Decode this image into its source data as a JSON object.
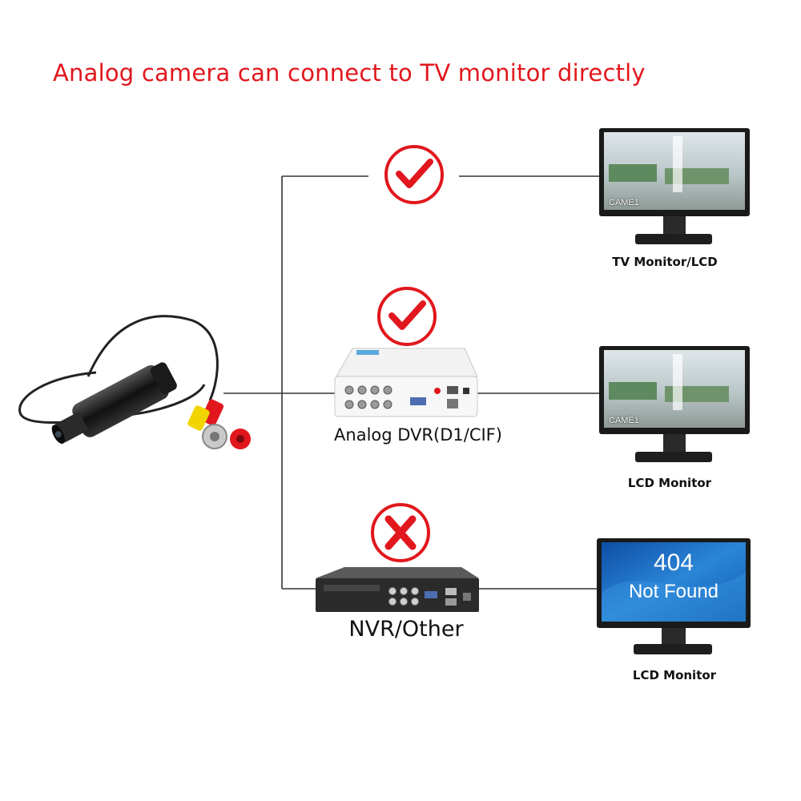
{
  "title": "Analog camera can connect to TV monitor directly",
  "captions": {
    "tv_monitor": "TV Monitor/LCD",
    "lcd_monitor_1": "LCD Monitor",
    "lcd_monitor_2": "LCD Monitor",
    "analog_dvr": "Analog DVR(D1/CIF)",
    "nvr_other": "NVR/Other"
  },
  "screens": {
    "came_label_1": "CAME1",
    "came_label_2": "CAME1",
    "error_code": "404",
    "error_text": "Not Found"
  },
  "colors": {
    "accent_red": "#e1171d",
    "line": "#333333",
    "screen_blue": "#1f6fc0"
  },
  "icons": {
    "ok_1": "check-circle-icon",
    "ok_2": "check-circle-icon",
    "fail": "x-circle-icon"
  }
}
